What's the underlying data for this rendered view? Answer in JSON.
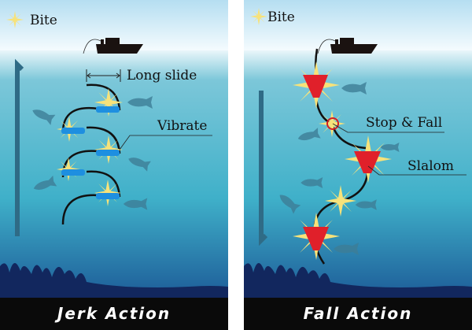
{
  "legend": {
    "bite_label": "Bite",
    "icon": "star-burst-icon"
  },
  "jerk_panel": {
    "title": "Jerk Action",
    "labels": {
      "long_slide": "Long slide",
      "vibrate": "Vibrate"
    }
  },
  "fall_panel": {
    "title": "Fall Action",
    "labels": {
      "stop_fall": "Stop & Fall",
      "slalom": "Slalom"
    }
  },
  "colors": {
    "sky": "#bfe3f3",
    "water": "#3aa9c4",
    "deep": "#1b5f98",
    "star": "#f7e27a",
    "lure_jerk": "#1e8fe0",
    "lure_fall": "#e0202a"
  }
}
